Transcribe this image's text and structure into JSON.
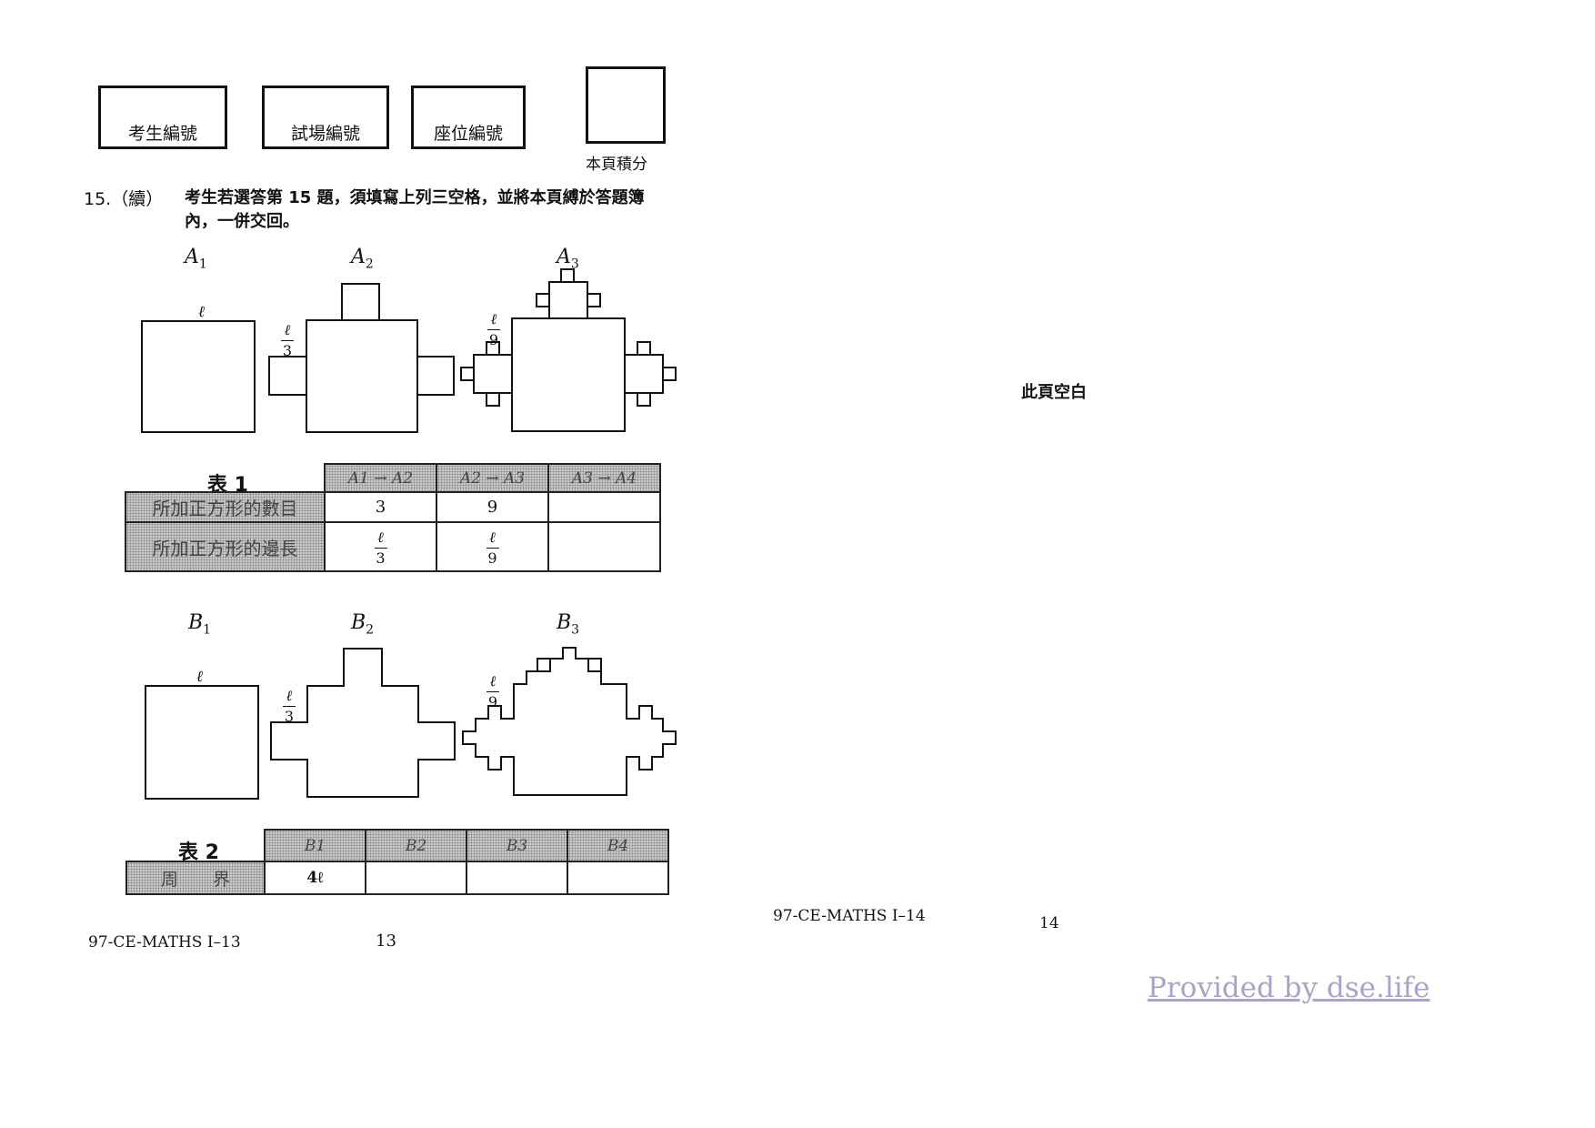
{
  "header": {
    "candidate_number_label": "考生編號",
    "centre_number_label": "試場編號",
    "seat_number_label": "座位編號",
    "page_total_label": "本頁積分"
  },
  "question": {
    "number": "15.（續）",
    "instruction_line1": "考生若選答第 15 題，須填寫上列三空格，並將本頁縛於答題簿",
    "instruction_line2": "內，一併交回。"
  },
  "figures_a": {
    "labels": [
      {
        "letter": "A",
        "sub": "1"
      },
      {
        "letter": "A",
        "sub": "2"
      },
      {
        "letter": "A",
        "sub": "3"
      }
    ],
    "side_label": "ℓ",
    "frac_third": {
      "num": "ℓ",
      "den": "3"
    },
    "frac_ninth": {
      "num": "ℓ",
      "den": "9"
    }
  },
  "table1": {
    "caption": "表 1",
    "headers": [
      "A1 → A2",
      "A2 → A3",
      "A3 → A4"
    ],
    "row1_label": "所加正方形的數目",
    "row1_values": [
      "3",
      "9",
      ""
    ],
    "row2_label": "所加正方形的邊長",
    "row2_values": [
      {
        "num": "ℓ",
        "den": "3"
      },
      {
        "num": "ℓ",
        "den": "9"
      }
    ]
  },
  "figures_b": {
    "labels": [
      {
        "letter": "B",
        "sub": "1"
      },
      {
        "letter": "B",
        "sub": "2"
      },
      {
        "letter": "B",
        "sub": "3"
      }
    ],
    "side_label": "ℓ",
    "frac_third": {
      "num": "ℓ",
      "den": "3"
    },
    "frac_ninth": {
      "num": "ℓ",
      "den": "9"
    }
  },
  "table2": {
    "caption": "表 2",
    "headers": [
      "B1",
      "B2",
      "B3",
      "B4"
    ],
    "row_label": "周　　界",
    "row_values": [
      "4ℓ",
      "",
      "",
      ""
    ]
  },
  "footer_left": {
    "code": "97-CE-MATHS I–13",
    "page": "13"
  },
  "right_page": {
    "blank_notice": "此頁空白",
    "code": "97-CE-MATHS I–14",
    "page": "14"
  },
  "watermark": "Provided by dse.life"
}
